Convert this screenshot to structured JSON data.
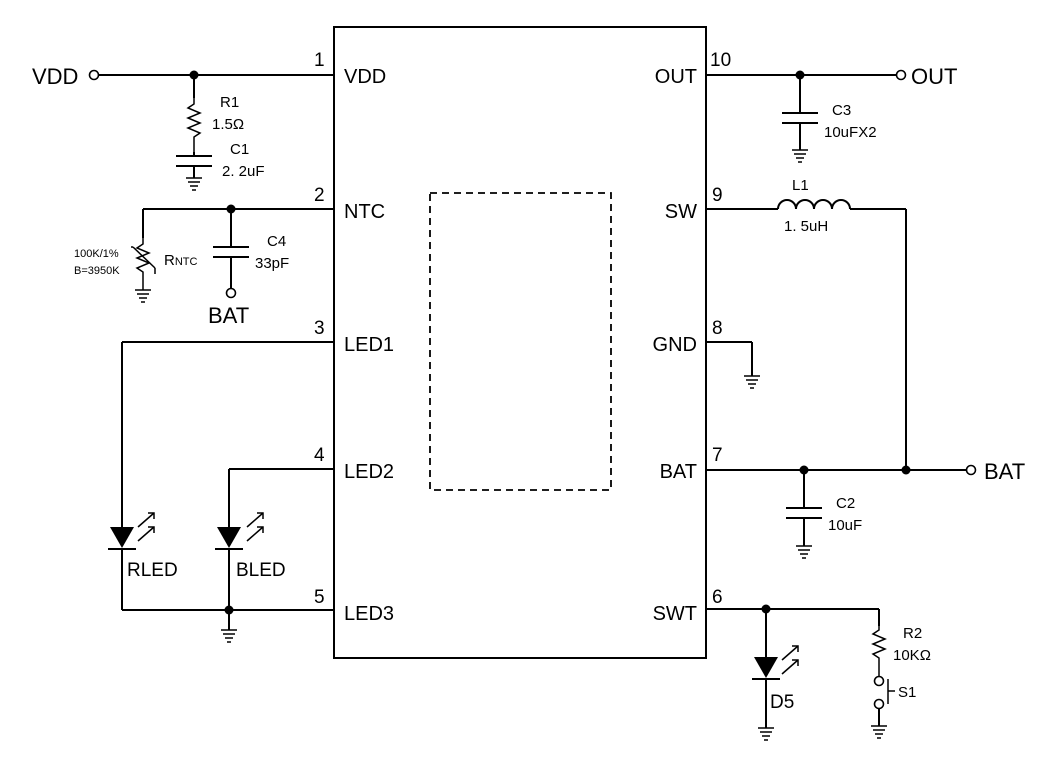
{
  "pins_left": [
    {
      "num": "1",
      "name": "VDD"
    },
    {
      "num": "2",
      "name": "NTC"
    },
    {
      "num": "3",
      "name": "LED1"
    },
    {
      "num": "4",
      "name": "LED2"
    },
    {
      "num": "5",
      "name": "LED3"
    }
  ],
  "pins_right": [
    {
      "num": "10",
      "name": "OUT"
    },
    {
      "num": "9",
      "name": "SW"
    },
    {
      "num": "8",
      "name": "GND"
    },
    {
      "num": "7",
      "name": "BAT"
    },
    {
      "num": "6",
      "name": "SWT"
    }
  ],
  "nets": {
    "vdd_in": "VDD",
    "out": "OUT",
    "bat_right": "BAT",
    "bat_ntc": "BAT"
  },
  "components": {
    "R1": {
      "ref": "R1",
      "value": "1.5Ω"
    },
    "C1": {
      "ref": "C1",
      "value": "2. 2uF"
    },
    "C4": {
      "ref": "C4",
      "value": "33pF"
    },
    "RNTC": {
      "ref_main": "R",
      "ref_sub": "NTC",
      "spec1": "100K/1%",
      "spec2": "B=3950K"
    },
    "C3": {
      "ref": "C3",
      "value": "10uFX2"
    },
    "L1": {
      "ref": "L1",
      "value": "1. 5uH"
    },
    "C2": {
      "ref": "C2",
      "value": "10uF"
    },
    "R2": {
      "ref": "R2",
      "value": "10KΩ"
    },
    "S1": {
      "ref": "S1"
    },
    "D5": {
      "ref": "D5"
    },
    "RLED": {
      "ref": "RLED"
    },
    "BLED": {
      "ref": "BLED"
    }
  }
}
